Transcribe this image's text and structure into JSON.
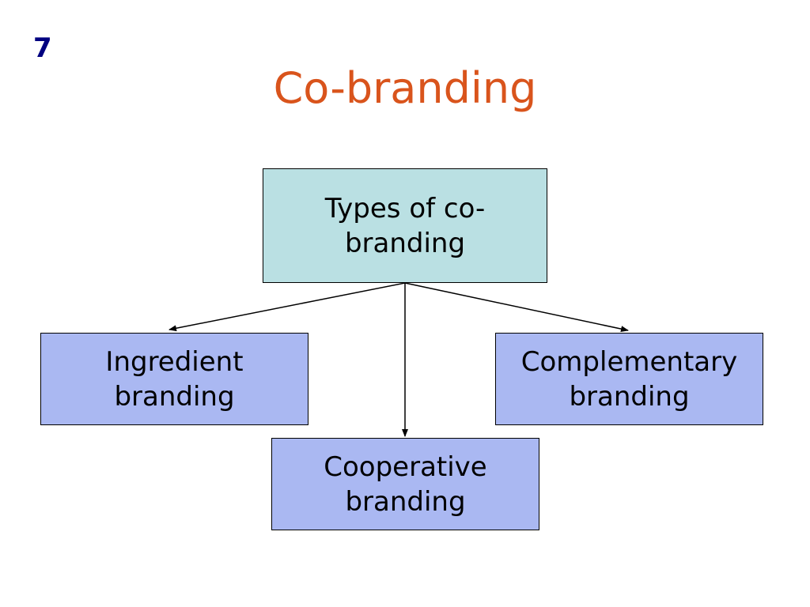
{
  "slide": {
    "number": "7",
    "title": "Co-branding"
  },
  "diagram": {
    "root": {
      "line1": "Types of co-",
      "line2": "branding"
    },
    "children": [
      {
        "line1": "Ingredient",
        "line2": "branding"
      },
      {
        "line1": "Cooperative",
        "line2": "branding"
      },
      {
        "line1": "Complementary",
        "line2": "branding"
      }
    ]
  },
  "colors": {
    "slide_number": "#000080",
    "title": "#D9541C",
    "root_fill": "#BAE0E3",
    "child_fill": "#AAB8F2",
    "line": "#000000"
  }
}
